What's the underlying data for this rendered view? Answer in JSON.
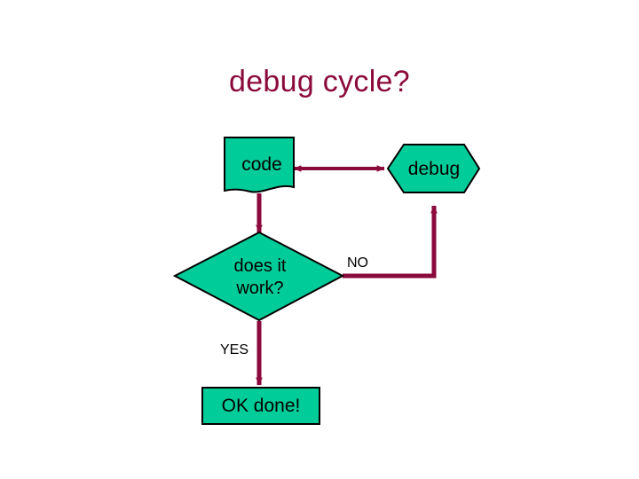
{
  "slide": {
    "title": "debug cycle?",
    "background_color": "#ffffff",
    "title_color": "#8B0A3C"
  },
  "theme": {
    "shape_fill": "#00CC99",
    "shape_stroke": "#000000",
    "connector_color": "#8B0A3C",
    "text_color": "#000000"
  },
  "diagram": {
    "type": "flowchart",
    "nodes": [
      {
        "id": "code",
        "label": "code",
        "shape": "document"
      },
      {
        "id": "debug",
        "label": "debug",
        "shape": "hexagon"
      },
      {
        "id": "decision",
        "label": "does it\nwork?",
        "label_line1": "does it",
        "label_line2": "work?",
        "shape": "diamond"
      },
      {
        "id": "done",
        "label": "OK done!",
        "shape": "rectangle"
      }
    ],
    "edges": [
      {
        "from": "code",
        "to": "debug",
        "label": "",
        "arrow": "both"
      },
      {
        "from": "code",
        "to": "decision",
        "label": "",
        "arrow": "end"
      },
      {
        "from": "decision",
        "to": "debug",
        "label": "NO",
        "arrow": "end"
      },
      {
        "from": "decision",
        "to": "done",
        "label": "YES",
        "arrow": "end"
      }
    ],
    "branch_labels": {
      "no": "NO",
      "yes": "YES"
    }
  }
}
